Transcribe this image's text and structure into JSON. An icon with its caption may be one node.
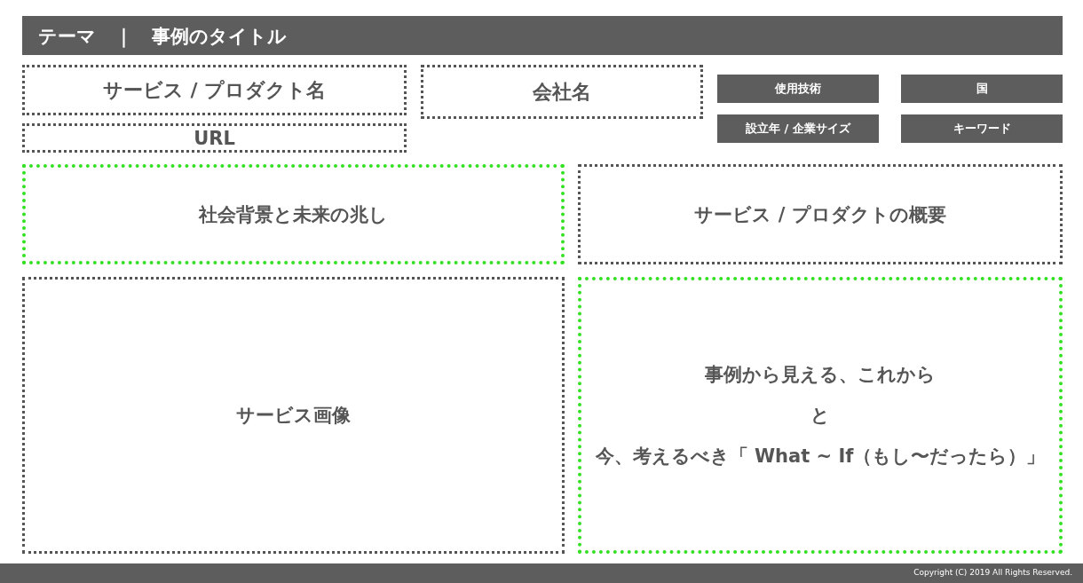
{
  "diagram": {
    "title": "テーマ　｜　事例のタイトル",
    "nodes": [
      {
        "text": [
          "サービス / プロダクト名"
        ]
      },
      {
        "text": [
          "会社名"
        ]
      },
      {
        "text": [
          "使用技術"
        ]
      },
      {
        "text": [
          "国"
        ]
      },
      {
        "text": [
          "URL"
        ]
      },
      {
        "text": [
          "設立年 / 企業サイズ"
        ]
      },
      {
        "text": [
          "キーワード"
        ]
      },
      {
        "text": [
          "社会背景と未来の兆し"
        ]
      },
      {
        "text": [
          "サービス / プロダクトの概要"
        ]
      },
      {
        "text": [
          "サービス画像"
        ]
      },
      {
        "text": [
          "事例から見える、これから",
          "と",
          "今、考えるべき「 What ~ If（もし〜だったら）」"
        ]
      }
    ],
    "edges": [],
    "labels": [
      "Copyright (C) 2019 All Rights Reserved."
    ]
  }
}
